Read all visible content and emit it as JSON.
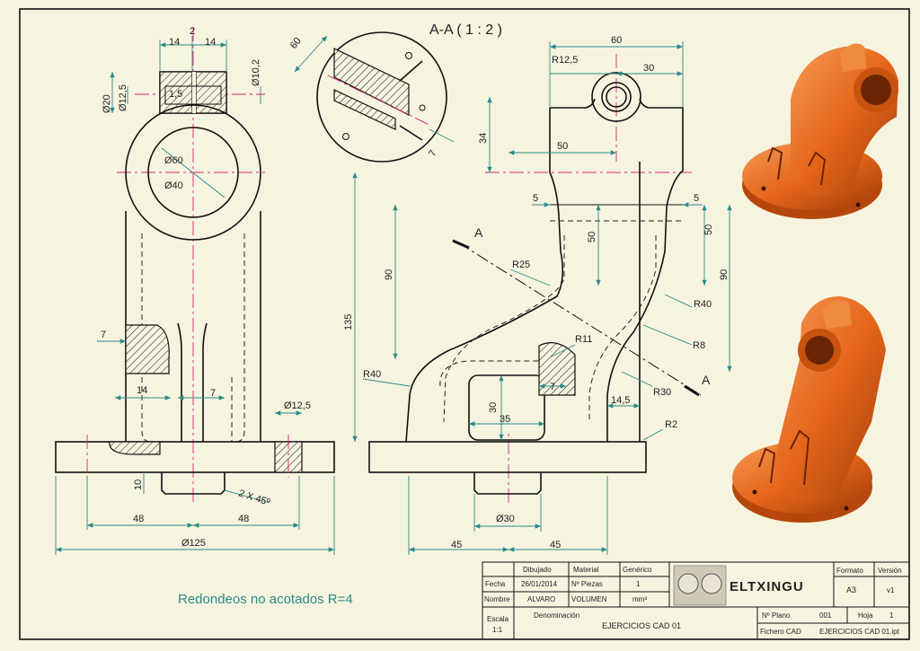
{
  "section_title": "A-A ( 1 : 2 )",
  "note": "Redondeos no acotados R=4",
  "section_marks": {
    "a1": "A",
    "a2": "A"
  },
  "dims_left": {
    "top14a": "14",
    "top14b": "14",
    "gap": "2",
    "d20": "Ø20",
    "d12_5": "Ø12,5",
    "d10_2": "Ø10,2",
    "w1_5": "1,5",
    "d60": "Ø60",
    "d40": "Ø40",
    "w7a": "7",
    "w14": "14",
    "w7b": "7",
    "d12_5b": "Ø12,5",
    "h10": "10",
    "ch": "2 X 45º",
    "w48a": "48",
    "w48b": "48",
    "d125": "Ø125"
  },
  "dims_right": {
    "w60": "60",
    "r12_5": "R12,5",
    "w30": "30",
    "h34": "34",
    "w50": "50",
    "w5a": "5",
    "w5b": "5",
    "h50a": "50",
    "h50b": "50",
    "h90a": "90",
    "h90b": "90",
    "h135": "135",
    "r25": "R25",
    "r40a": "R40",
    "r40b": "R40",
    "r8": "R8",
    "r11": "R11",
    "w7": "7",
    "h30": "30",
    "w35": "35",
    "r30": "R30",
    "w14_5": "14,5",
    "r2": "R2",
    "d30": "Ø30",
    "w45a": "45",
    "w45b": "45"
  },
  "dims_detail": {
    "w60": "60",
    "w7": "7"
  },
  "title_block": {
    "dibujado": "Dibujado",
    "material_label": "Material",
    "material_value": "Genérico",
    "fecha_label": "Fecha",
    "fecha_value": "26/01/2014",
    "piezas_label": "Nº Piezas",
    "piezas_value": "1",
    "nombre_label": "Nombre",
    "nombre_value": "ALVARO",
    "volumen_label": "VOLUMEN",
    "volumen_value": "mm³",
    "escala_label": "Escala",
    "escala_value": "1:1",
    "denominacion_label": "Denominación",
    "denominacion_value": "EJERCICIOS CAD 01",
    "logo_text": "ELTXINGU",
    "formato_label": "Formato",
    "formato_value": "A3",
    "version_label": "Versión",
    "version_value": "v1",
    "plano_label": "Nº Plano",
    "plano_value": "001",
    "hoja_label": "Hoja",
    "hoja_value": "1",
    "fichero_label": "Fichero CAD",
    "fichero_value": "EJERCICIOS CAD 01.ipt"
  },
  "colors": {
    "accent": "#e5651a",
    "dim": "#2a8a8a",
    "center": "#d6246e",
    "sheet": "#f6f4df"
  }
}
